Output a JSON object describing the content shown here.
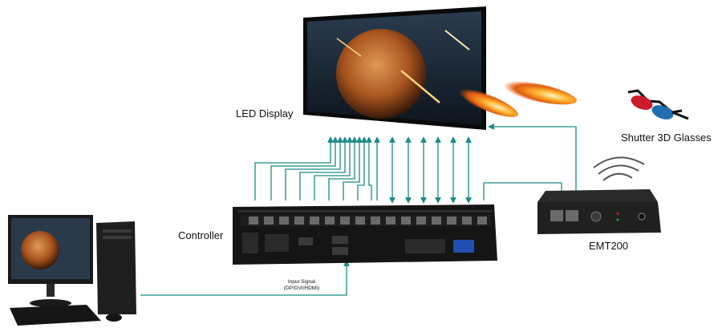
{
  "labels": {
    "led_display": "LED Display",
    "shutter_glasses": "Shutter 3D Glasses",
    "controller": "Controller",
    "emt200": "EMT200",
    "input_signal_line1": "Input Signal",
    "input_signal_line2": "(DP/DVI/HDMI)"
  },
  "colors": {
    "connector": "#1a8a87",
    "device_body": "#151515",
    "port": "#6a6a6a",
    "sky": "#1d2b3a",
    "planet": "#b4602a"
  },
  "icons": [
    "led-display-screen",
    "fireball",
    "shutter-3d-glasses",
    "wireless-signal",
    "controller-unit",
    "emt200-emitter",
    "desktop-computer"
  ]
}
